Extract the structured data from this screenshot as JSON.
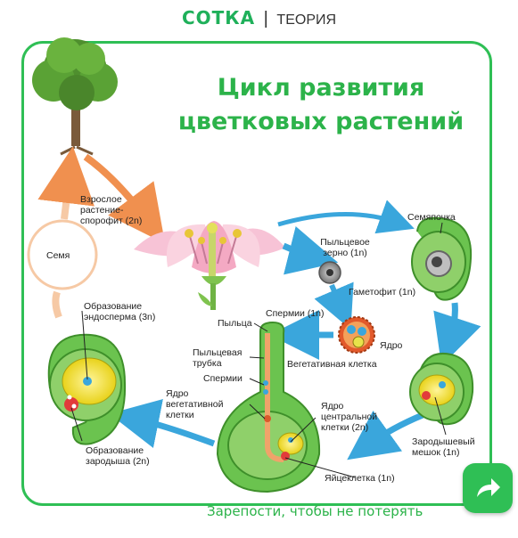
{
  "brand": {
    "logo": "СОТКА",
    "separator": "|",
    "section": "ТЕОРИЯ"
  },
  "title": {
    "line1": "Цикл развития",
    "line2": "цветковых растений"
  },
  "labels": {
    "adult": "Взрослое\nрастение-\nспорофит (2n)",
    "seeds": "Семя",
    "ovule": "Семяпочка",
    "pollen_grain": "Пыльцевое\nзерно (1n)",
    "gametophyte": "Гаметофит (1n)",
    "sperms_top": "Спермии (1n)",
    "nucleus": "Ядро",
    "vegetative_cell": "Вегетативная клетка",
    "pollen": "Пыльца",
    "pollen_tube": "Пыльцевая\nтрубка",
    "sperms_mid": "Спермии",
    "veg_nucleus": "Ядро\nвегетативной\nклетки",
    "central_nucleus": "Ядро\nцентральной\nклетки (2n)",
    "egg_cell": "Яйцеклетка (1n)",
    "embryo_sac": "Зародышевый\nмешок (1n)",
    "endosperm": "Образование\nэндосперма (3n)",
    "embryo": "Образование\nзародыша (2n)"
  },
  "cta": "Зарепости, чтобы не потерять",
  "colors": {
    "brand_green": "#2cb34a",
    "arrow_orange": "#f0904f",
    "arrow_blue": "#3aa6dc",
    "plant_green": "#5fbf4a"
  },
  "icons": {
    "share": "share-arrow-icon"
  }
}
